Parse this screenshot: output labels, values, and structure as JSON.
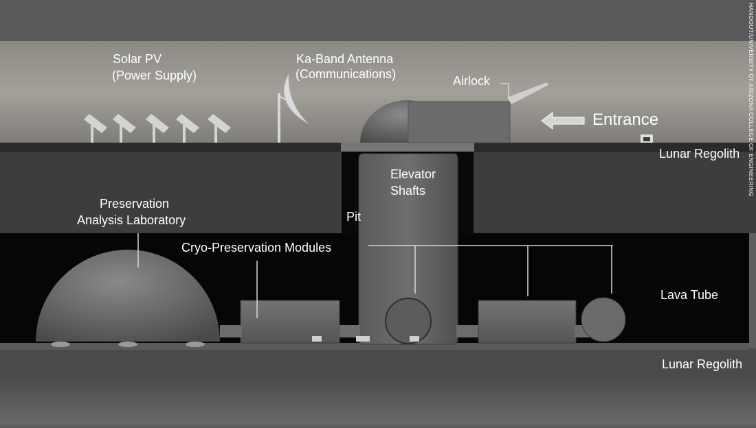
{
  "diagram": {
    "labels": {
      "solar_pv": "Solar PV",
      "solar_pv_sub": "(Power Supply)",
      "antenna": "Ka-Band Antenna",
      "antenna_sub": "(Communications)",
      "airlock": "Airlock",
      "entrance": "Entrance",
      "lunar_regolith_top": "Lunar Regolith",
      "elevator": "Elevator",
      "elevator_sub": "Shafts",
      "preservation": "Preservation",
      "preservation_sub": "Analysis Laboratory",
      "pit": "Pit",
      "cryo": "Cryo-Preservation Modules",
      "lava_tube": "Lava Tube",
      "lunar_regolith_bottom": "Lunar Regolith"
    },
    "credit": "HANDOUT/UNIVERSITY OF ARIZONA COLLEGE OF ENGINEERING"
  },
  "colors": {
    "sky": "#9a978f",
    "surface": "#3e3e3e",
    "lava_tube": "#050505",
    "structure": "#666666",
    "leader_line": "#d8d8d8",
    "text": "#ffffff"
  }
}
